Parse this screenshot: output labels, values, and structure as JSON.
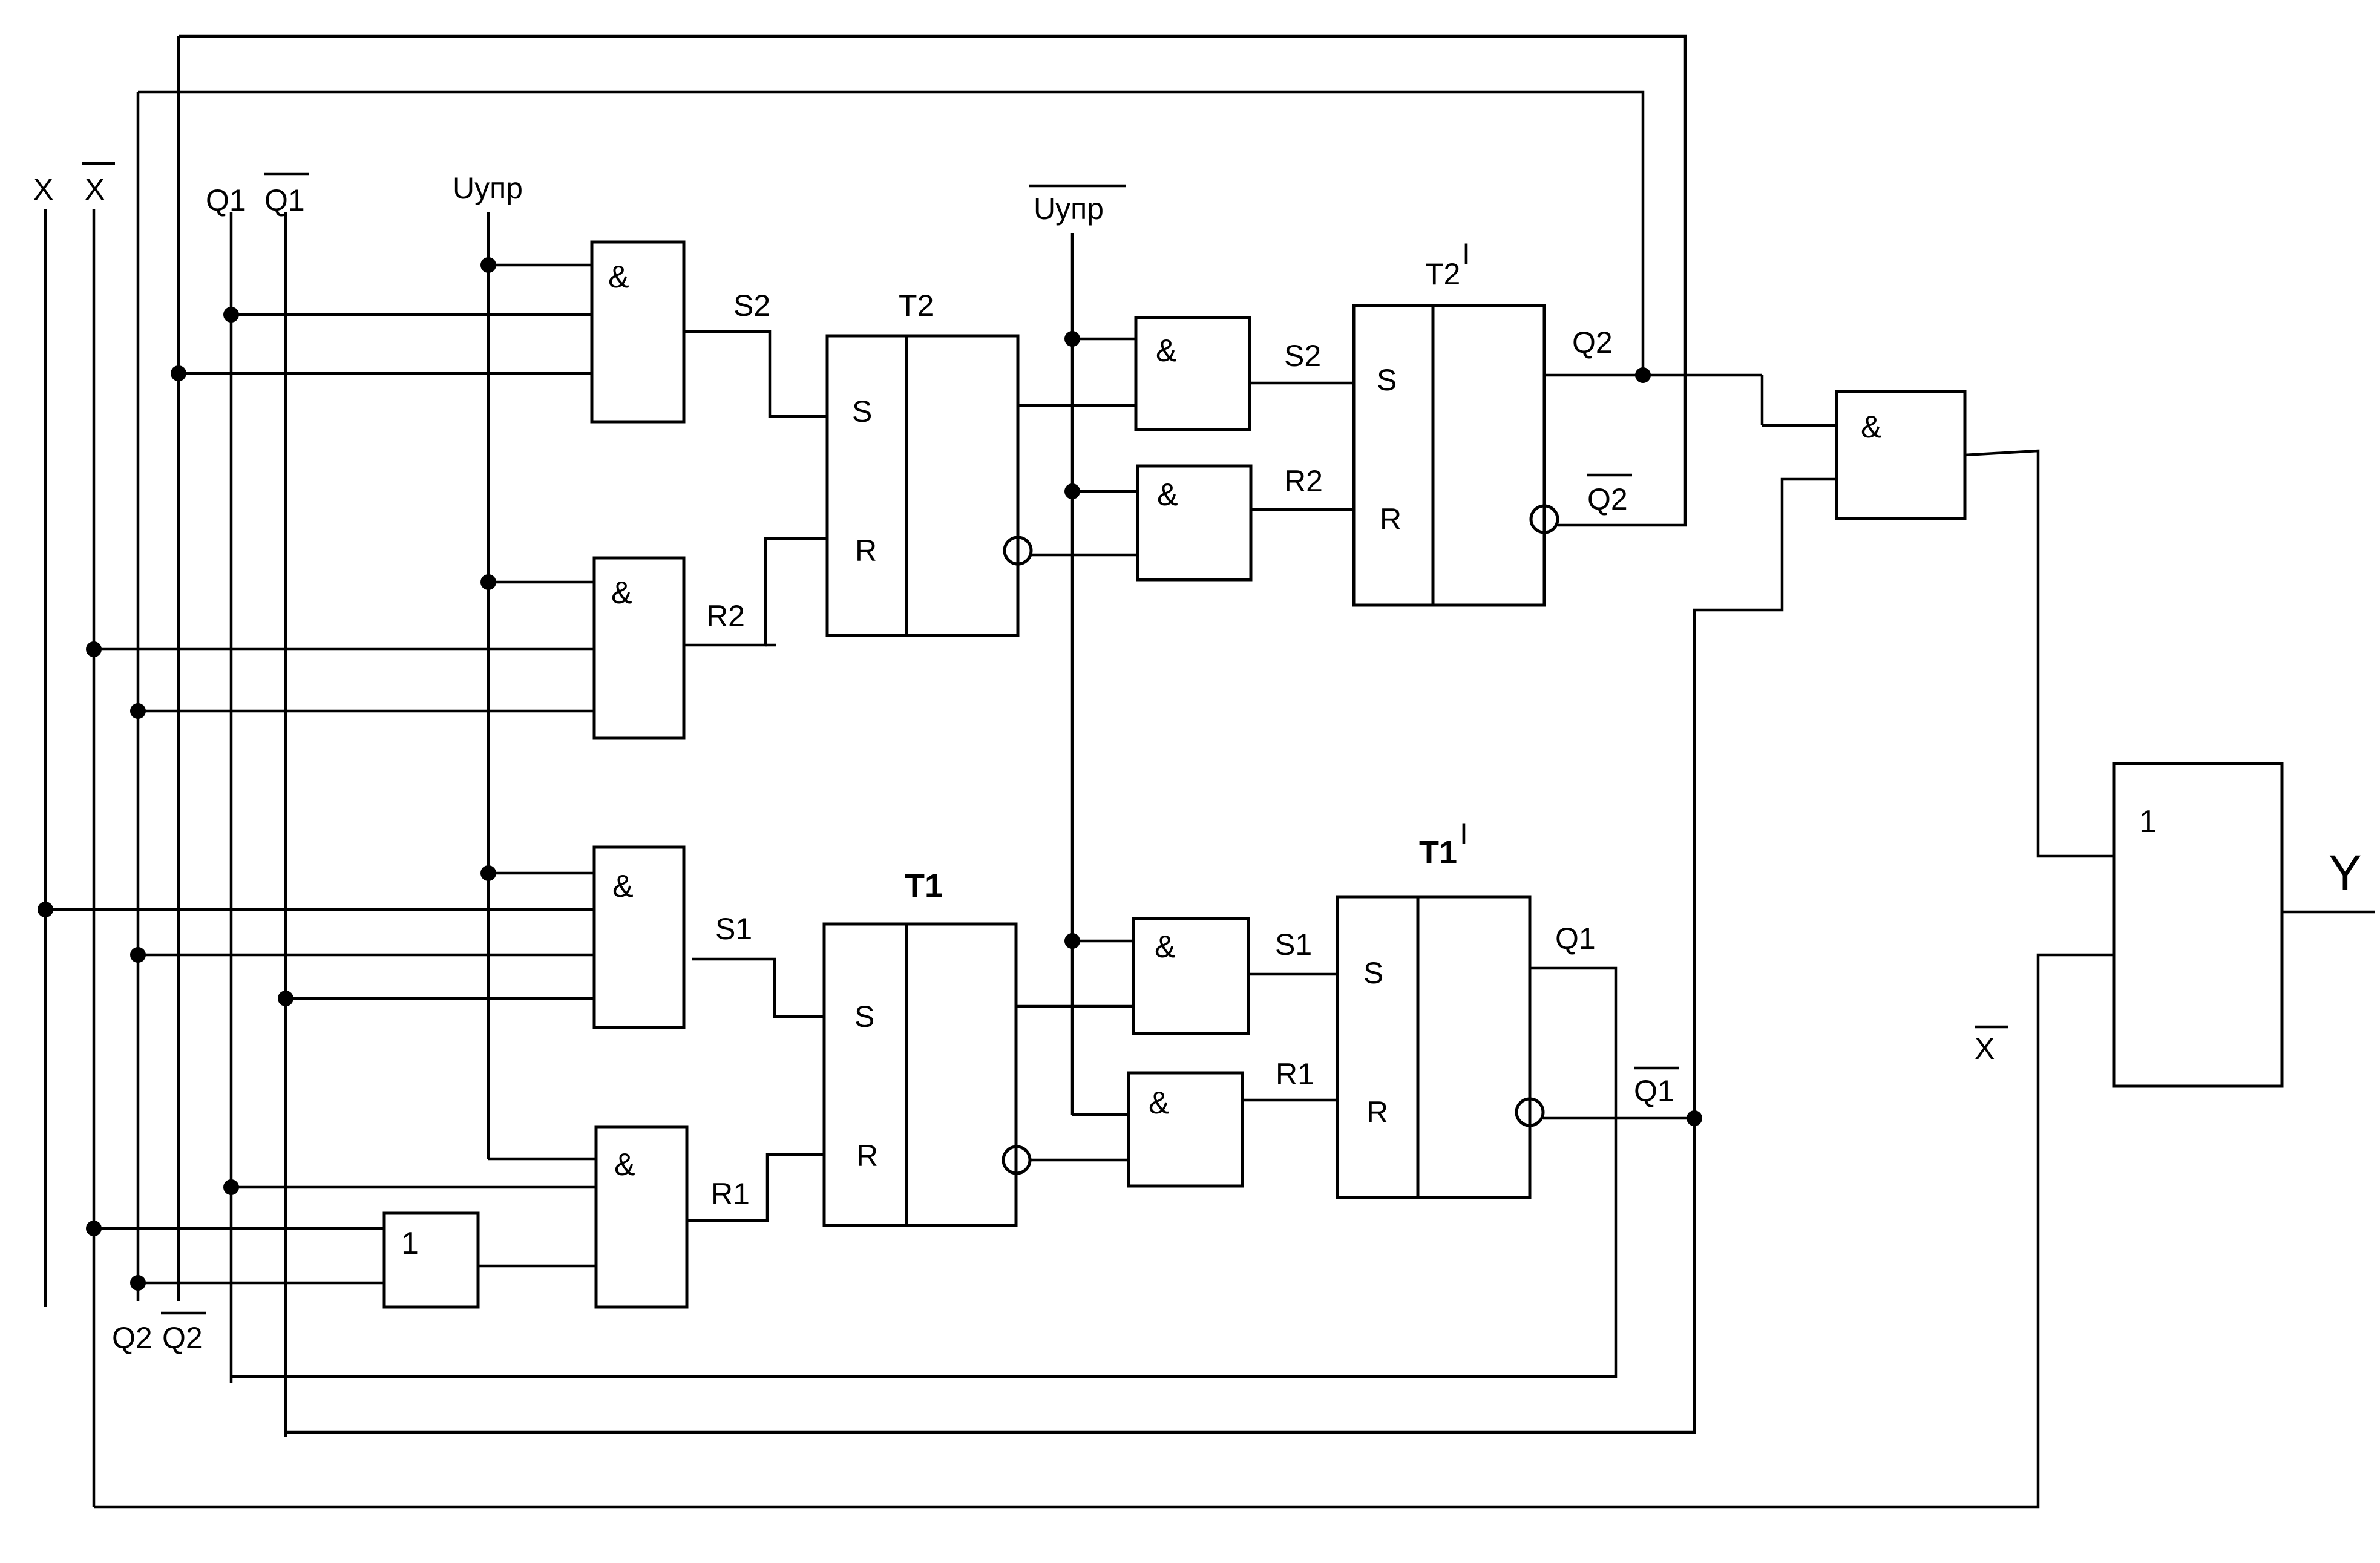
{
  "signals": {
    "x": "X",
    "x_inv": "X",
    "q1": "Q1",
    "q1_inv": "Q1",
    "q2": "Q2",
    "q2_inv": "Q2",
    "uupr": "Uупр",
    "uupr_inv": "Uупр",
    "y": "Y",
    "x_inv_out": "X"
  },
  "triggers": {
    "t2": {
      "name": "T2",
      "s": "S",
      "r": "R"
    },
    "t2p": {
      "name": "T2",
      "mark": "I",
      "s": "S",
      "r": "R"
    },
    "t1": {
      "name": "T1",
      "s": "S",
      "r": "R"
    },
    "t1p": {
      "name": "T1",
      "mark": "I",
      "s": "S",
      "r": "R"
    }
  },
  "wire_labels": {
    "s2_in": "S2",
    "r2_in": "R2",
    "s1_in": "S1",
    "r1_in": "R1",
    "s2_out": "S2",
    "r2_out": "R2",
    "s1_out": "S1",
    "r1_out": "R1",
    "q2_out": "Q2",
    "q2_inv_out": "Q2",
    "q1_out": "Q1",
    "q1_inv_out": "Q1"
  },
  "gates": {
    "and_symbol": "&",
    "or_symbol": "1"
  }
}
